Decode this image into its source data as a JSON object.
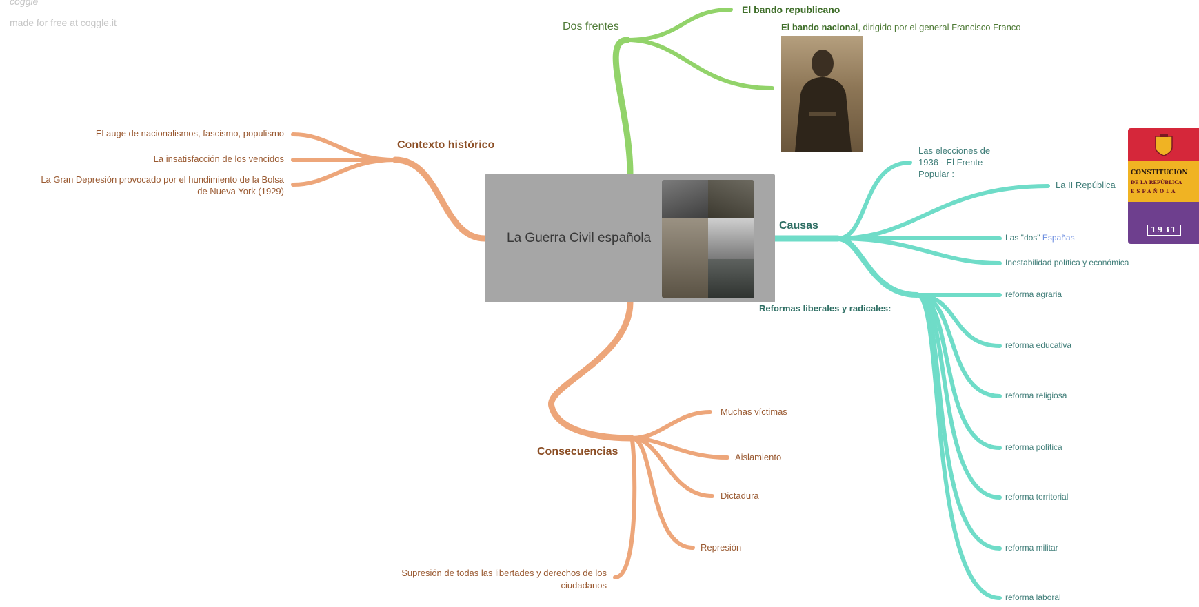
{
  "brand": {
    "logo": "coggle",
    "tagline": "made for free at coggle.it"
  },
  "center": {
    "title": "La Guerra Civil española"
  },
  "colors": {
    "orange_branch": "#eda67a",
    "green_branch": "#92d36a",
    "teal_branch": "#6fdcc8",
    "center_bg": "#a6a6a6"
  },
  "contexto": {
    "title": "Contexto histórico",
    "items": [
      "El auge de nacionalismos, fascismo, populismo",
      "La insatisfacción de los vencidos",
      "La Gran Depresión provocado por el hundimiento de la Bolsa",
      "de Nueva York (1929)"
    ]
  },
  "dos_frentes": {
    "title": "Dos frentes",
    "republicano": "El bando republicano",
    "nacional_bold": "El bando nacional",
    "nacional_rest": ", dirigido por el general Francisco Franco"
  },
  "causas": {
    "title": "Causas",
    "elecciones": [
      "Las elecciones de",
      "1936 - El Frente",
      "Popular :"
    ],
    "republica": "La II República",
    "dos_espanas_prefix": "Las \"dos\" ",
    "dos_espanas_link": "Españas",
    "inestabilidad": "Inestabilidad política y económica",
    "reformas_title": "Reformas liberales y radicales:",
    "reformas": [
      "reforma agraria",
      "reforma educativa",
      "reforma religiosa",
      "reforma política",
      "reforma territorial",
      "reforma militar",
      "reforma laboral"
    ]
  },
  "consecuencias": {
    "title": "Consecuencias",
    "items": [
      "Muchas víctimas",
      "Aislamiento",
      "Dictadura",
      "Represión"
    ],
    "supresion": [
      "Supresión de todas las libertades y derechos de los",
      "ciudadanos"
    ]
  },
  "constitution_image": {
    "line1": "CONSTITUCION",
    "line2": "DE LA REPÚBLICA",
    "line3": "ESPAÑOLA",
    "year": "1931"
  }
}
